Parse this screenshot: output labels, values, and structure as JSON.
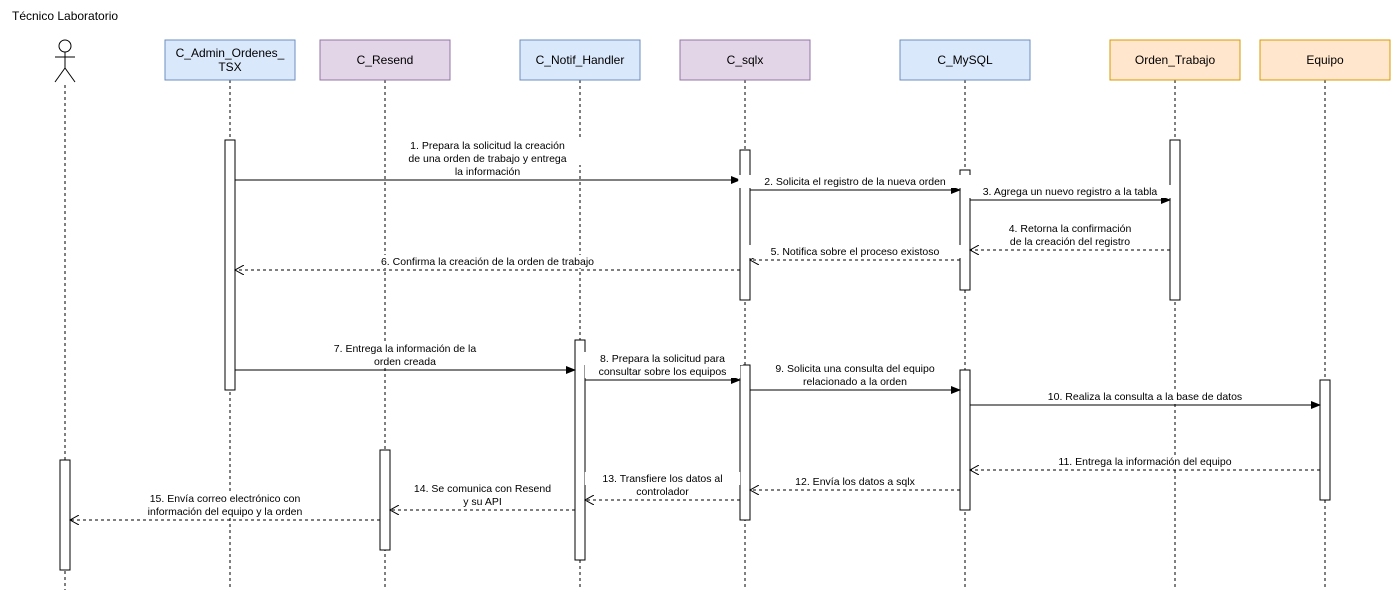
{
  "title": "Técnico Laboratorio",
  "colors": {
    "blue_fill": "#dae8fc",
    "blue_stroke": "#6c8ebf",
    "purple_fill": "#e1d5e7",
    "purple_stroke": "#9673a6",
    "orange_fill": "#ffe6cc",
    "orange_stroke": "#d79b00"
  },
  "actor": {
    "icon": "stick-figure-icon"
  },
  "participants": [
    {
      "id": "admin",
      "lines": [
        "C_Admin_Ordenes_",
        "TSX"
      ],
      "color": "blue"
    },
    {
      "id": "resend",
      "lines": [
        "C_Resend"
      ],
      "color": "purple"
    },
    {
      "id": "notif",
      "lines": [
        "C_Notif_Handler"
      ],
      "color": "blue"
    },
    {
      "id": "sqlx",
      "lines": [
        "C_sqlx"
      ],
      "color": "purple"
    },
    {
      "id": "mysql",
      "lines": [
        "C_MySQL"
      ],
      "color": "blue"
    },
    {
      "id": "orden",
      "lines": [
        "Orden_Trabajo"
      ],
      "color": "orange"
    },
    {
      "id": "equipo",
      "lines": [
        "Equipo"
      ],
      "color": "orange"
    }
  ],
  "messages": [
    {
      "n": 1,
      "from": "admin",
      "to": "sqlx",
      "type": "sync",
      "lines": [
        "1. Prepara la solicitud la creación",
        "de una orden de trabajo y entrega",
        "la información"
      ]
    },
    {
      "n": 2,
      "from": "sqlx",
      "to": "mysql",
      "type": "sync",
      "lines": [
        "2. Solicita el registro de la nueva orden"
      ]
    },
    {
      "n": 3,
      "from": "mysql",
      "to": "orden",
      "type": "sync",
      "lines": [
        "3. Agrega un nuevo registro a la tabla"
      ]
    },
    {
      "n": 4,
      "from": "orden",
      "to": "mysql",
      "type": "return",
      "lines": [
        "4. Retorna la confirmación",
        "de la creación del registro"
      ]
    },
    {
      "n": 5,
      "from": "mysql",
      "to": "sqlx",
      "type": "return",
      "lines": [
        "5. Notifica sobre el proceso existoso"
      ]
    },
    {
      "n": 6,
      "from": "sqlx",
      "to": "admin",
      "type": "return",
      "lines": [
        "6. Confirma la creación de la orden de trabajo"
      ]
    },
    {
      "n": 7,
      "from": "admin",
      "to": "notif",
      "type": "sync",
      "lines": [
        "7. Entrega la información de la",
        "orden creada"
      ]
    },
    {
      "n": 8,
      "from": "notif",
      "to": "sqlx",
      "type": "sync",
      "lines": [
        "8. Prepara la solicitud para",
        "consultar sobre los equipos"
      ]
    },
    {
      "n": 9,
      "from": "sqlx",
      "to": "mysql",
      "type": "sync",
      "lines": [
        "9. Solicita una consulta del equipo",
        "relacionado a la orden"
      ]
    },
    {
      "n": 10,
      "from": "mysql",
      "to": "equipo",
      "type": "sync",
      "lines": [
        "10. Realiza la consulta a la base de datos"
      ]
    },
    {
      "n": 11,
      "from": "equipo",
      "to": "mysql",
      "type": "return",
      "lines": [
        "11. Entrega la información del equipo"
      ]
    },
    {
      "n": 12,
      "from": "mysql",
      "to": "sqlx",
      "type": "return",
      "lines": [
        "12. Envía los datos a sqlx"
      ]
    },
    {
      "n": 13,
      "from": "sqlx",
      "to": "notif",
      "type": "return",
      "lines": [
        "13. Transfiere los datos al",
        "controlador"
      ]
    },
    {
      "n": 14,
      "from": "notif",
      "to": "resend",
      "type": "return",
      "lines": [
        "14. Se comunica con Resend",
        "y su API"
      ]
    },
    {
      "n": 15,
      "from": "resend",
      "to": "actor",
      "type": "return",
      "lines": [
        "15. Envía correo electrónico con",
        "información del equipo y la orden"
      ]
    }
  ]
}
